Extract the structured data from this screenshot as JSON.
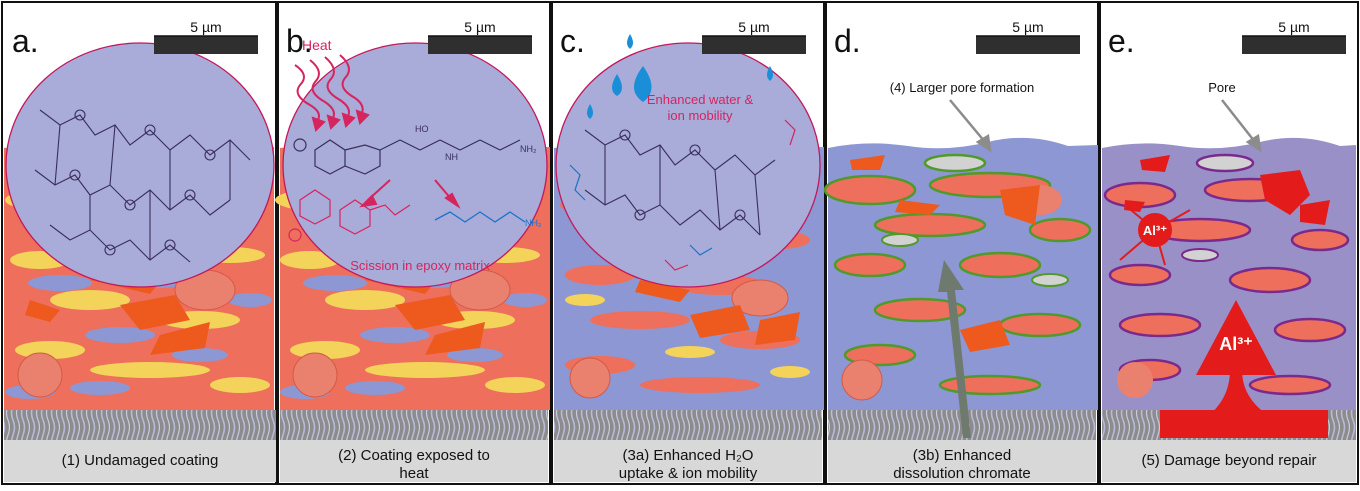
{
  "scale_bar": {
    "label": "5 µm"
  },
  "colors": {
    "matrix_blue": "#8d97d3",
    "pigment_red": "#ee6f5c",
    "pigment_orange": "#ee5a1e",
    "pigment_yellow": "#f3d35a",
    "oxide_gray": "#8c8c8c",
    "base_gray": "#d8d8d8",
    "bubble_fill": "#a9abd8",
    "bubble_stroke": "#c2185b",
    "annotation_magenta": "#d6245f",
    "water_blue": "#1a8fd8",
    "chromate_green": "#4f9a2a",
    "damage_purple": "#7a2a8c",
    "aluminium_red": "#e31b1b"
  },
  "panels": [
    {
      "letter": "a.",
      "caption": [
        "(1) Undamaged coating"
      ]
    },
    {
      "letter": "b.",
      "caption": [
        "(2) Coating exposed to",
        "heat"
      ],
      "annotations": {
        "heat": "Heat",
        "scission": "Scission in epoxy matrix",
        "amine": "NH₂",
        "ho": "HO",
        "nh": "NH"
      }
    },
    {
      "letter": "c.",
      "caption": [
        "(3a) Enhanced H₂O",
        "uptake & ion mobility"
      ],
      "annotations": {
        "mobility": [
          "Enhanced water &",
          "ion mobility"
        ]
      }
    },
    {
      "letter": "d.",
      "caption": [
        "(3b) Enhanced",
        "dissolution chromate"
      ],
      "annotations": {
        "pore": "(4) Larger pore formation"
      }
    },
    {
      "letter": "e.",
      "caption": [
        "(5) Damage beyond repair"
      ],
      "annotations": {
        "pore": "Pore",
        "ion_small": "Al³⁺",
        "ion_large": "Al³⁺"
      }
    }
  ]
}
